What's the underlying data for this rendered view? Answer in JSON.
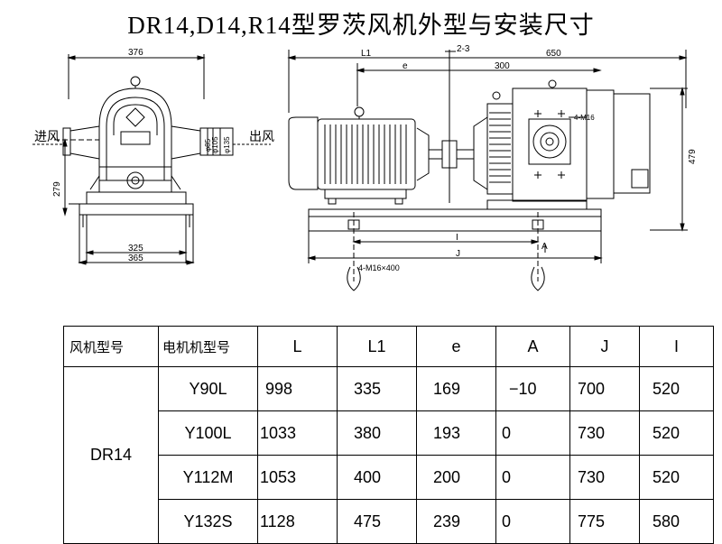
{
  "title": "DR14,D14,R14型罗茨风机外型与安装尺寸",
  "drawing": {
    "inlet_label": "进风",
    "outlet_label": "出风",
    "front_view": {
      "top_width": "376",
      "height": "279",
      "base_inner": "325",
      "base_outer": "365",
      "flange_dims": [
        "φ85",
        "φ105",
        "φ135"
      ]
    },
    "side_view": {
      "L1": "L1",
      "total": "650",
      "e": "e",
      "dim_300": "300",
      "section": "2-3",
      "bolt_holes": "4-M16",
      "height": "479",
      "I": "I",
      "A": "A",
      "J": "J",
      "foundation_bolts": "4-M16×400"
    }
  },
  "table": {
    "headers": [
      "风机型号",
      "电机机型号",
      "L",
      "L1",
      "e",
      "A",
      "J",
      "I"
    ],
    "fan_model": "DR14",
    "rows": [
      {
        "motor": "Y90L",
        "L": "998",
        "L1": "335",
        "e": "169",
        "A": "−10",
        "J": "700",
        "I": "520"
      },
      {
        "motor": "Y100L",
        "L": "1033",
        "L1": "380",
        "e": "193",
        "A": "0",
        "J": "730",
        "I": "520"
      },
      {
        "motor": "Y112M",
        "L": "1053",
        "L1": "400",
        "e": "200",
        "A": "0",
        "J": "730",
        "I": "520"
      },
      {
        "motor": "Y132S",
        "L": "1128",
        "L1": "475",
        "e": "239",
        "A": "0",
        "J": "775",
        "I": "580"
      }
    ]
  }
}
